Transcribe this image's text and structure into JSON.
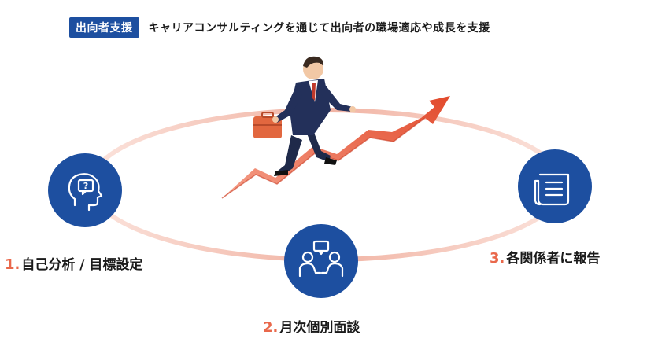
{
  "header": {
    "badge": "出向者支援",
    "subtitle": "キャリアコンサルティングを通じて出向者の職場適応や成長を支援"
  },
  "steps": [
    {
      "num": "1.",
      "label": "自己分析 / 目標設定",
      "icon": "head-question-icon"
    },
    {
      "num": "2.",
      "label": "月次個別面談",
      "icon": "two-people-talk-icon"
    },
    {
      "num": "3.",
      "label": "各関係者に報告",
      "icon": "report-document-icon"
    }
  ],
  "colors": {
    "brand_blue": "#1d4fa0",
    "accent_orange": "#e9684b",
    "ring": "#f3c7bd"
  }
}
